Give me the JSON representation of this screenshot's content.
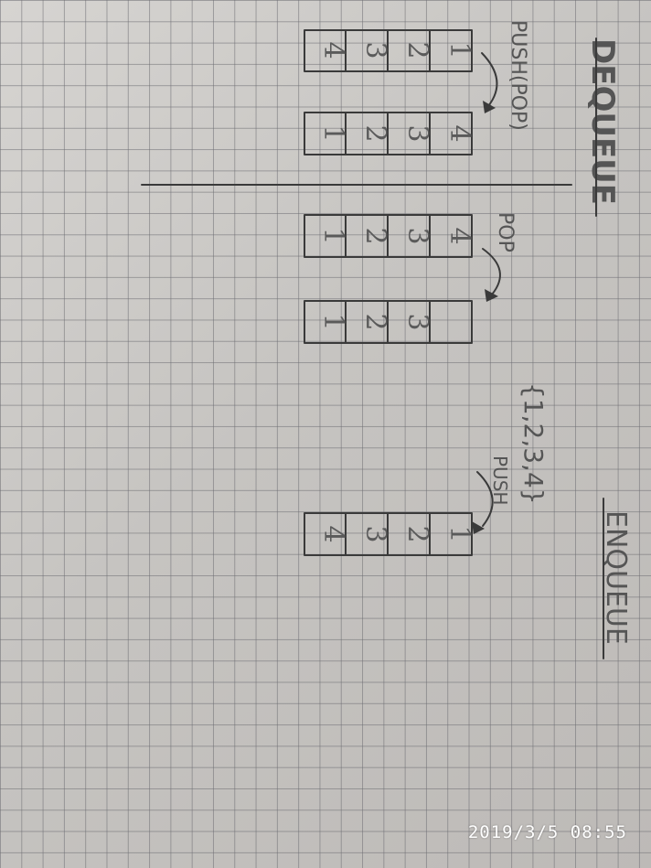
{
  "notes": {
    "dequeue_title": "DEQUEUE",
    "enqueue_title": "ENQUEUE",
    "set_label": "{1,2,3,4}",
    "arrow_push_pop": "PUSH(POP)",
    "arrow_pop": "POP",
    "arrow_push": "PUSH"
  },
  "queues": {
    "q1": [
      "1",
      "2",
      "3",
      "4"
    ],
    "q2": [
      "4",
      "3",
      "2",
      "1"
    ],
    "q3": [
      "4",
      "3",
      "2",
      "1"
    ],
    "q4": [
      "",
      "3",
      "2",
      "1"
    ],
    "q5": [
      "1",
      "2",
      "3",
      "4"
    ]
  },
  "photo": {
    "timestamp": "2019/3/5  08:55"
  }
}
